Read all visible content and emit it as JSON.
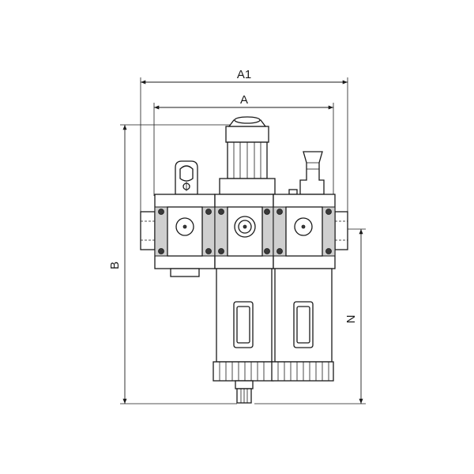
{
  "dimensions": {
    "a1": "A1",
    "a": "A",
    "b": "B",
    "n": "N"
  },
  "colors": {
    "line": "#1a1a1a",
    "shade": "#cfcfcf",
    "background": "#ffffff"
  }
}
